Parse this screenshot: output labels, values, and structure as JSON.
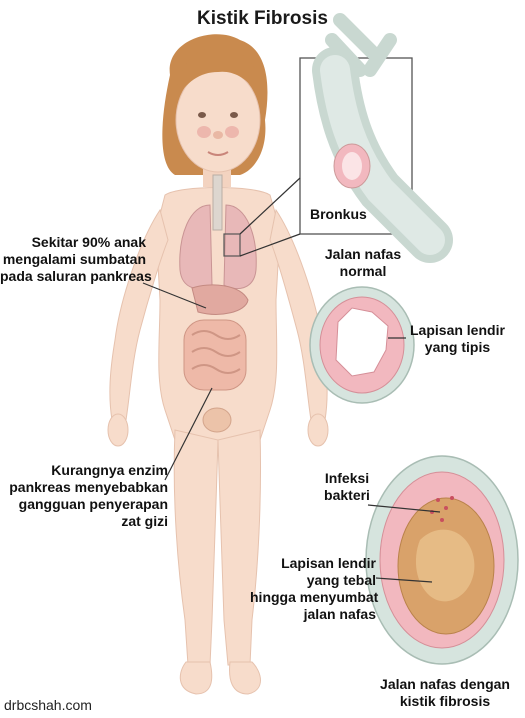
{
  "title": "Kistik Fibrosis",
  "labels": {
    "bronkus": "Bronkus",
    "jalan_nafas_normal": [
      "Jalan nafas",
      "normal"
    ],
    "sekitar": [
      "Sekitar 90% anak",
      "mengalami sumbatan",
      "pada saluran pankreas"
    ],
    "lapisan_tipis": [
      "Lapisan lendir",
      "yang tipis"
    ],
    "kurangnya": [
      "Kurangnya enzim",
      "pankreas menyebabkan",
      "gangguan penyerapan",
      "zat gizi"
    ],
    "infeksi": [
      "Infeksi",
      "bakteri"
    ],
    "lapisan_tebal": [
      "Lapisan lendir",
      "yang tebal",
      "hingga menyumbat",
      "jalan nafas"
    ],
    "jalan_nafas_kistik": [
      "Jalan nafas dengan",
      "kistik fibrosis"
    ]
  },
  "watermark": "drbcshah.com",
  "colors": {
    "skin": "#f7dccb",
    "hair": "#c98a4e",
    "lung": "#e8b8b8",
    "airway_wall": "#d6e4de",
    "mucus_thin": "#f2b8bf",
    "mucus_thick": "#d9a26a"
  }
}
